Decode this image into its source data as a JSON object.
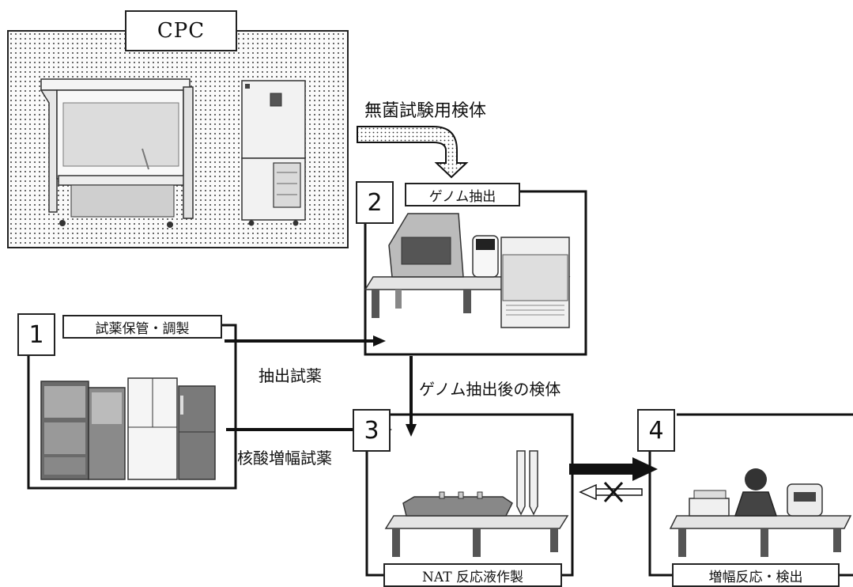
{
  "cpc": {
    "title": "CPC"
  },
  "rooms": [
    {
      "number": "1",
      "label": "試薬保管・調製"
    },
    {
      "number": "2",
      "label": "ゲノム抽出"
    },
    {
      "number": "3",
      "label": "NAT 反応液作製"
    },
    {
      "number": "4",
      "label": "増幅反応・検出"
    }
  ],
  "flows": {
    "sterile_sample": "無菌試験用検体",
    "extraction_reagent": "抽出試薬",
    "post_extraction_sample": "ゲノム抽出後の検体",
    "nat_reagent": "核酸増幅試薬"
  },
  "colors": {
    "line": "#111111",
    "dots": "#444444",
    "equipment_light": "#e8e8e8",
    "equipment_dark": "#555555"
  }
}
